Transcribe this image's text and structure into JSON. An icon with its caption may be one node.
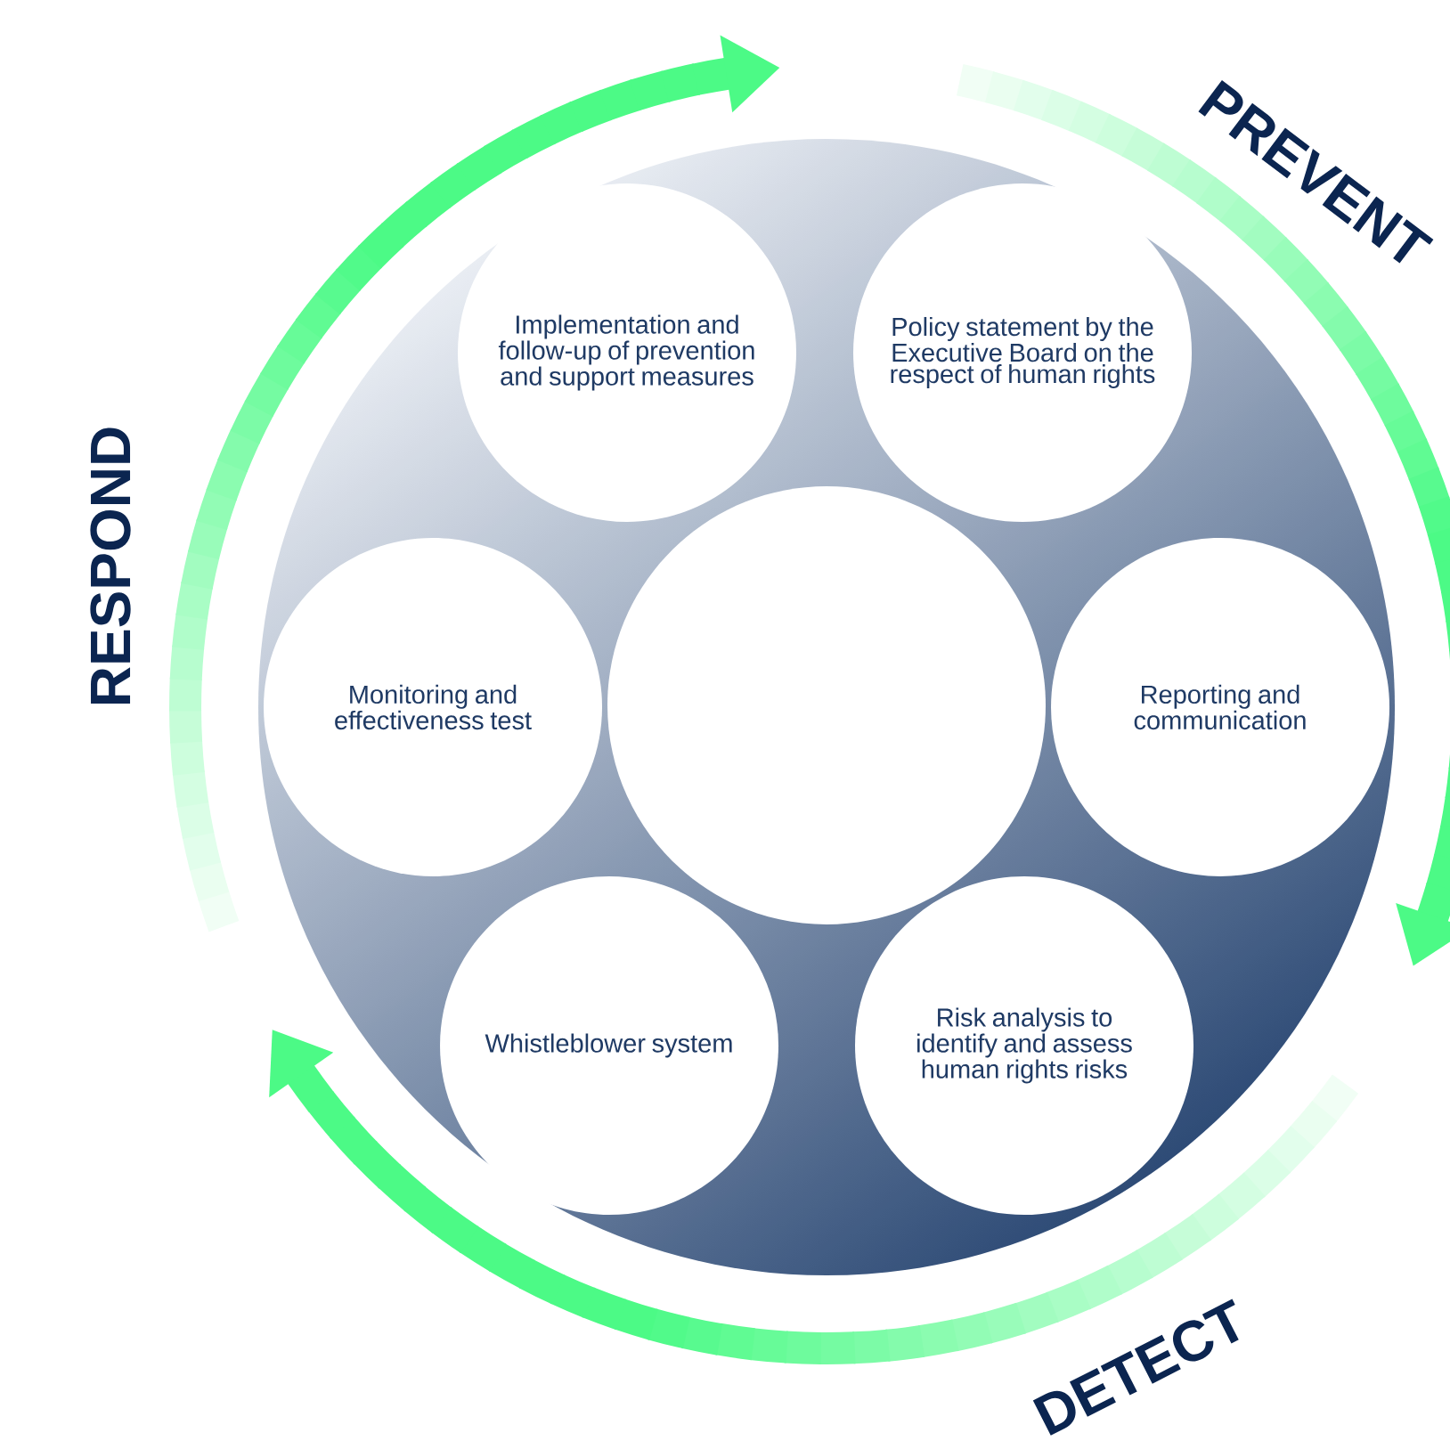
{
  "diagram": {
    "nodes": [
      {
        "text": [
          "Implementation and follow-up of prevention and support measures"
        ]
      },
      {
        "text": [
          "Policy statement by the Executive Board on the respect of human rights"
        ]
      },
      {
        "text": [
          "Monitoring and effectiveness test"
        ]
      },
      {
        "text": [],
        "shape": "circle"
      },
      {
        "text": [
          "Reporting and communication"
        ]
      },
      {
        "text": [
          "Whistleblower system"
        ]
      },
      {
        "text": [
          "Risk analysis to identify and assess human rights risks"
        ]
      }
    ],
    "labels": [
      "PREVENT",
      "RESPOND",
      "DETECT"
    ]
  }
}
